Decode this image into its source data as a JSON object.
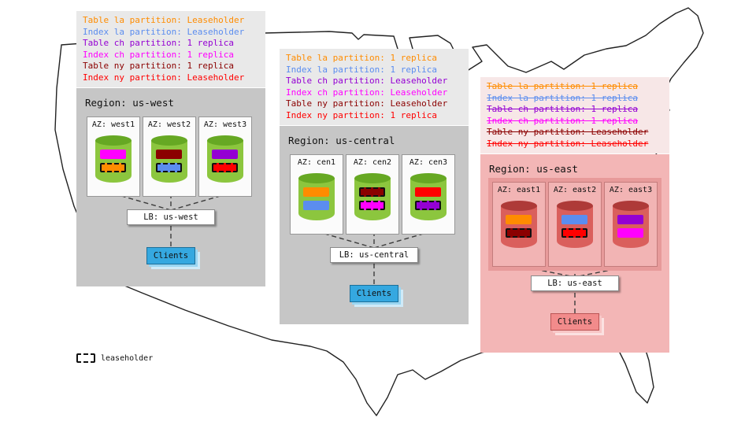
{
  "palette": {
    "table_la_orange": "#FF8C00",
    "index_la_blue": "#5B8DEF",
    "table_ch_purple": "#9400D3",
    "index_ch_magenta": "#FF00FF",
    "table_ny_darkred": "#8B0000",
    "index_ny_red": "#FF0000",
    "region_panel_gray": "#C6C6C6",
    "region_panel_pink": "#F3B6B6",
    "cylinder_green": "#8CC63E",
    "cylinder_red": "#DA5F5C",
    "clients_blue": "#35A8E0",
    "clients_pink": "#F28B8B"
  },
  "legend": {
    "label": "leaseholder"
  },
  "regions": [
    {
      "id": "us-west",
      "title": "Region: us-west",
      "failed": false,
      "annotation": [
        {
          "text": "Table la partition: Leaseholder",
          "color": "#FF8C00"
        },
        {
          "text": "Index la partition: Leaseholder",
          "color": "#5B8DEF"
        },
        {
          "text": "Table ch partition: 1 replica",
          "color": "#9400D3"
        },
        {
          "text": "Index ch partition: 1 replica",
          "color": "#FF00FF"
        },
        {
          "text": "Table ny partition: 1 replica",
          "color": "#8B0000"
        },
        {
          "text": "Index ny partition: Leaseholder",
          "color": "#FF0000"
        }
      ],
      "azs": [
        {
          "label": "AZ: west1",
          "blocks": [
            {
              "color": "#FF00FF",
              "leaseholder": false
            },
            {
              "color": "#FF8C00",
              "leaseholder": true
            }
          ]
        },
        {
          "label": "AZ: west2",
          "blocks": [
            {
              "color": "#8B0000",
              "leaseholder": false
            },
            {
              "color": "#5B8DEF",
              "leaseholder": true
            }
          ]
        },
        {
          "label": "AZ: west3",
          "blocks": [
            {
              "color": "#9400D3",
              "leaseholder": false
            },
            {
              "color": "#FF0000",
              "leaseholder": true
            }
          ]
        }
      ],
      "lb_label": "LB: us-west",
      "clients_label": "Clients"
    },
    {
      "id": "us-central",
      "title": "Region: us-central",
      "failed": false,
      "annotation": [
        {
          "text": "Table la partition: 1 replica",
          "color": "#FF8C00"
        },
        {
          "text": "Index la partition: 1 replica",
          "color": "#5B8DEF"
        },
        {
          "text": "Table ch partition: Leaseholder",
          "color": "#9400D3"
        },
        {
          "text": "Index ch partition: Leaseholder",
          "color": "#FF00FF"
        },
        {
          "text": "Table ny partition: Leaseholder",
          "color": "#8B0000"
        },
        {
          "text": "Index ny partition: 1 replica",
          "color": "#FF0000"
        }
      ],
      "azs": [
        {
          "label": "AZ: cen1",
          "blocks": [
            {
              "color": "#FF8C00",
              "leaseholder": false
            },
            {
              "color": "#5B8DEF",
              "leaseholder": false
            }
          ]
        },
        {
          "label": "AZ: cen2",
          "blocks": [
            {
              "color": "#8B0000",
              "leaseholder": true
            },
            {
              "color": "#FF00FF",
              "leaseholder": true
            }
          ]
        },
        {
          "label": "AZ: cen3",
          "blocks": [
            {
              "color": "#FF0000",
              "leaseholder": false
            },
            {
              "color": "#9400D3",
              "leaseholder": true
            }
          ]
        }
      ],
      "lb_label": "LB: us-central",
      "clients_label": "Clients"
    },
    {
      "id": "us-east",
      "title": "Region: us-east",
      "failed": true,
      "annotation": [
        {
          "text": "Table la partition: 1 replica",
          "color": "#FF8C00"
        },
        {
          "text": "Index la partition: 1 replica",
          "color": "#5B8DEF"
        },
        {
          "text": "Table ch partition: 1 replica",
          "color": "#9400D3"
        },
        {
          "text": "Index ch partition: 1 replica",
          "color": "#FF00FF"
        },
        {
          "text": "Table ny partition: Leaseholder",
          "color": "#8B0000"
        },
        {
          "text": "Index ny partition: Leaseholder",
          "color": "#FF0000"
        }
      ],
      "azs": [
        {
          "label": "AZ: east1",
          "blocks": [
            {
              "color": "#FF8C00",
              "leaseholder": false
            },
            {
              "color": "#8B0000",
              "leaseholder": true
            }
          ]
        },
        {
          "label": "AZ: east2",
          "blocks": [
            {
              "color": "#5B8DEF",
              "leaseholder": false
            },
            {
              "color": "#FF0000",
              "leaseholder": true
            }
          ]
        },
        {
          "label": "AZ: east3",
          "blocks": [
            {
              "color": "#9400D3",
              "leaseholder": false
            },
            {
              "color": "#FF00FF",
              "leaseholder": false
            }
          ]
        }
      ],
      "lb_label": "LB: us-east",
      "clients_label": "Clients"
    }
  ]
}
